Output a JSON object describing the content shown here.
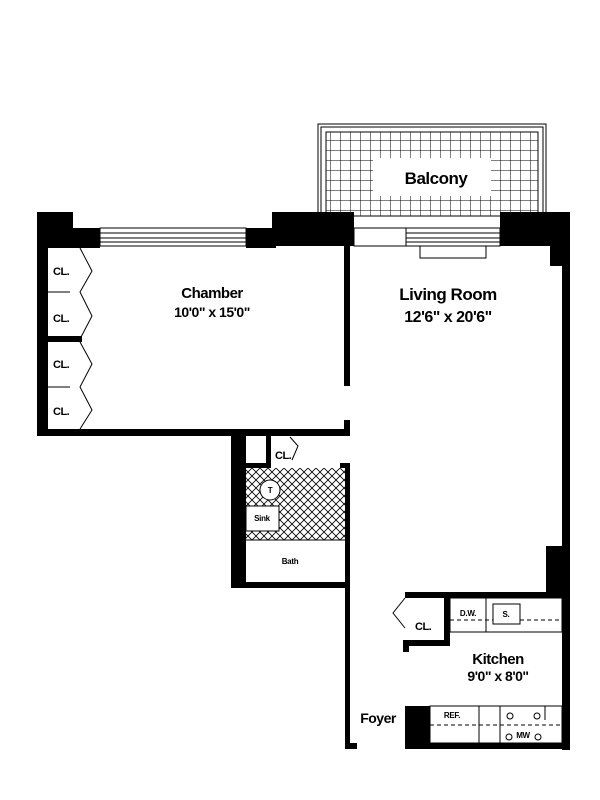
{
  "floor_plan": {
    "rooms": {
      "balcony": {
        "name": "Balcony"
      },
      "chamber": {
        "name": "Chamber",
        "dimensions": "10'0\" x 15'0\""
      },
      "living_room": {
        "name": "Living Room",
        "dimensions": "12'6\" x 20'6\""
      },
      "kitchen": {
        "name": "Kitchen",
        "dimensions": "9'0\" x 8'0\""
      },
      "bath": {
        "name": "Bath"
      },
      "foyer": {
        "name": "Foyer"
      }
    },
    "closets": {
      "chamber_1": "CL.",
      "chamber_2": "CL.",
      "chamber_3": "CL.",
      "chamber_4": "CL.",
      "hall": "CL.",
      "kitchen": "CL."
    },
    "fixtures": {
      "toilet": "T",
      "sink": "Sink",
      "dishwasher": "D.W.",
      "kitchen_sink": "S.",
      "refrigerator": "REF.",
      "microwave": "MW"
    },
    "colors": {
      "walls": "#000000",
      "background": "#ffffff"
    }
  }
}
